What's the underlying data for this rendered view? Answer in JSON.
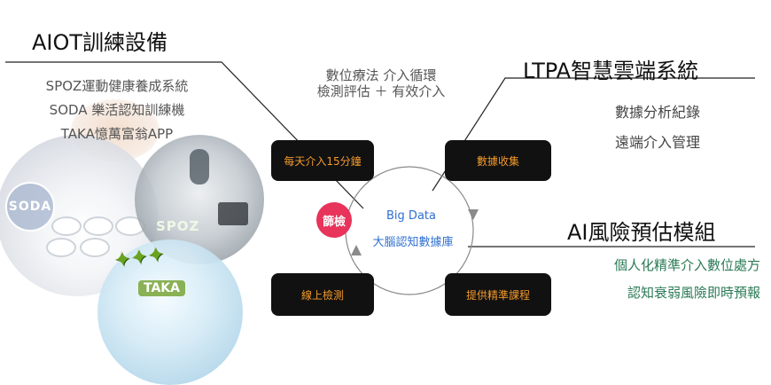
{
  "aiot": {
    "title": "AIOT訓練設備",
    "items": [
      "SPOZ運動健康養成系統",
      "SODA 樂活認知訓練機",
      "TAKA憶萬富翁APP"
    ]
  },
  "top_center": {
    "line1": "數位療法 介入循環",
    "line2": "檢測評估 ＋ 有效介入"
  },
  "ltpa": {
    "title": "LTPA智慧雲端系統",
    "items": [
      "數據分析紀錄",
      "遠端介入管理"
    ]
  },
  "ai_module": {
    "title": "AI風險預估模組",
    "items": [
      "個人化精準介入數位處方",
      "認知衰弱風險即時預報"
    ]
  },
  "cycle": {
    "box_top_left": "每天介入15分鐘",
    "box_top_right": "數據收集",
    "box_bottom_left": "線上檢測",
    "box_bottom_right": "提供精準課程",
    "screening": "篩檢",
    "center_line1": "Big Data",
    "center_line2": "大腦認知數據庫"
  },
  "photos": {
    "soda_label": "SODA",
    "spoz_label": "SPOZ",
    "taka_label": "TAKA"
  },
  "colors": {
    "box_text": "#f39a2c",
    "box_bg": "#111111",
    "screening_badge": "#e8335b",
    "center_text": "#2f6fd0",
    "ai_items_text": "#2a7a55"
  }
}
